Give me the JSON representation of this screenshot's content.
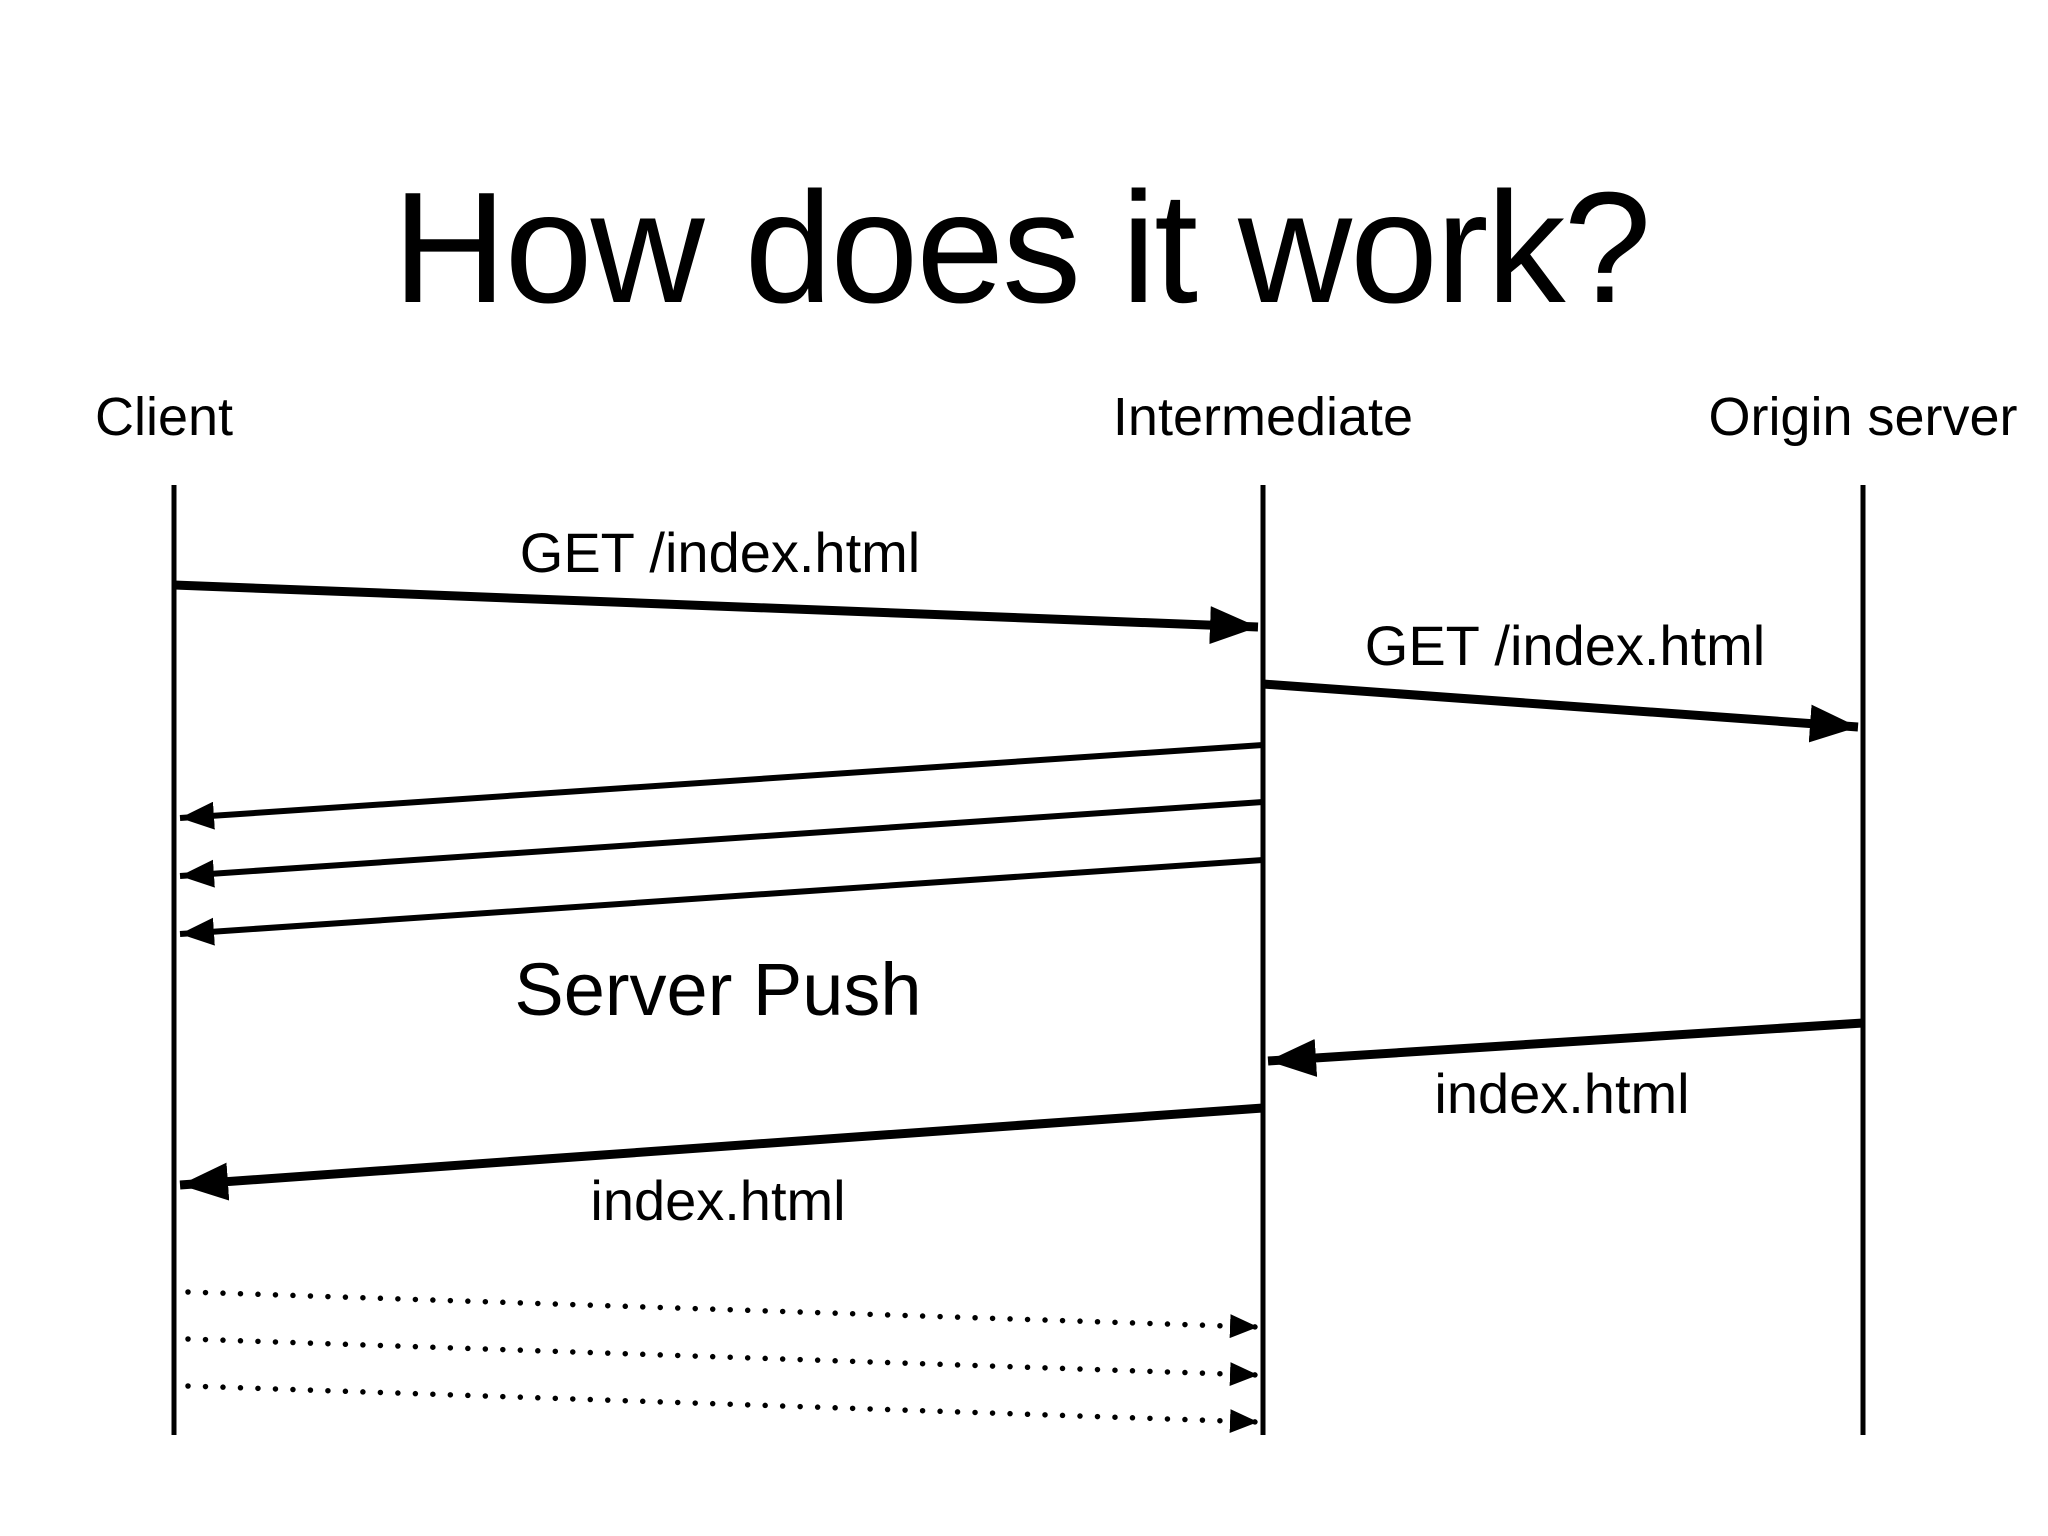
{
  "slide": {
    "title": "How does it work?",
    "participants": [
      {
        "id": "client",
        "label": "Client"
      },
      {
        "id": "intermediate",
        "label": "Intermediate"
      },
      {
        "id": "origin-server",
        "label": "Origin server"
      }
    ],
    "messages": [
      {
        "label": "GET /index.html",
        "from": "client",
        "to": "intermediate",
        "style": "solid-bold"
      },
      {
        "label": "GET /index.html",
        "from": "intermediate",
        "to": "origin-server",
        "style": "solid-bold"
      },
      {
        "label": "Server Push",
        "from": "intermediate",
        "to": "client",
        "style": "solid-thin",
        "count": 3
      },
      {
        "label": "index.html",
        "from": "origin-server",
        "to": "intermediate",
        "style": "solid-bold"
      },
      {
        "label": "index.html",
        "from": "intermediate",
        "to": "client",
        "style": "solid-bold"
      },
      {
        "label": "",
        "from": "client",
        "to": "intermediate",
        "style": "dotted",
        "count": 3
      }
    ]
  }
}
